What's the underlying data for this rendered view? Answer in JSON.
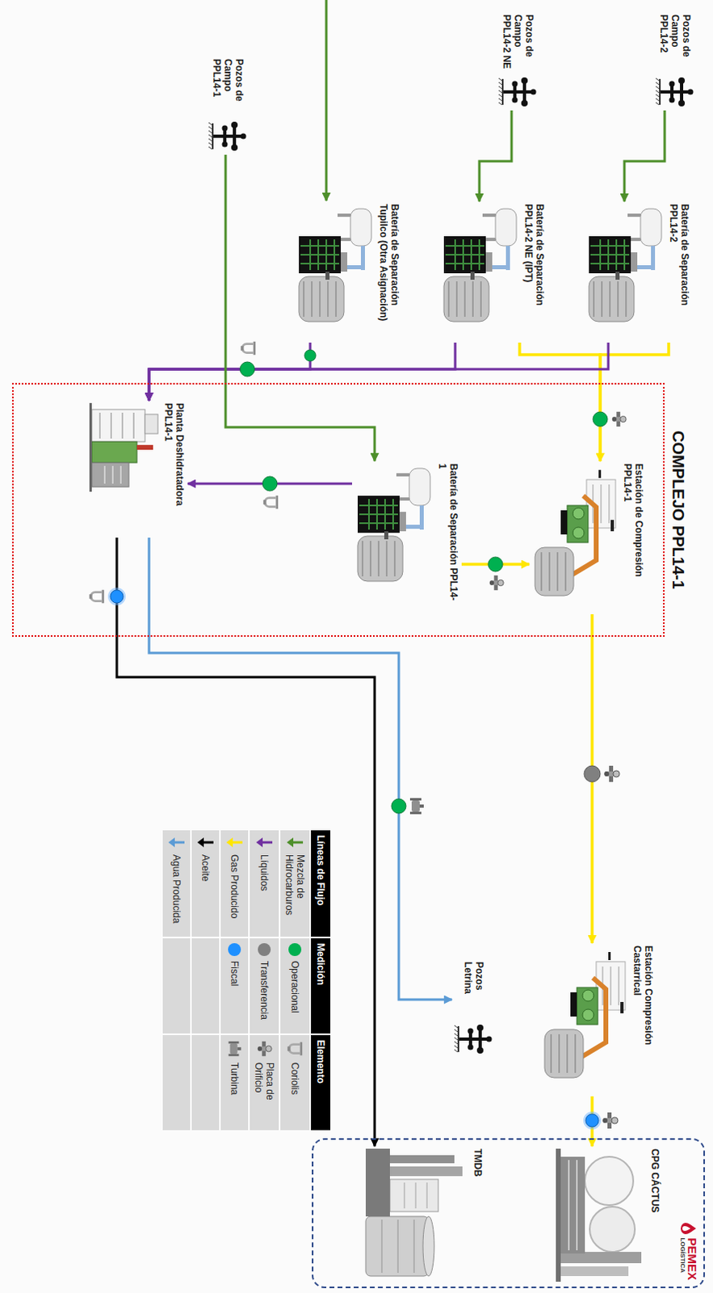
{
  "diagram": {
    "nodes": [
      {
        "text": [
          "Pozos de Campo PPL14-2"
        ]
      },
      {
        "text": [
          "Batería de Separación PPL14-2"
        ]
      },
      {
        "text": [
          "Pozos de Campo PPL14-2 NE"
        ]
      },
      {
        "text": [
          "Batería de Separación PPL14-2 NE (IPT)"
        ]
      },
      {
        "text": [
          "Batería de Separación Tupilco (Otra Asignación)"
        ]
      },
      {
        "text": [
          "Pozos de Campo PPL14-1"
        ]
      },
      {
        "text": [
          "COMPLEJO PPL14-1"
        ]
      },
      {
        "text": [
          "Estación de Compresión PPL14-1"
        ],
        "in": 6
      },
      {
        "text": [
          "Batería de Separación PPL14-1"
        ],
        "in": 6
      },
      {
        "text": [
          "Planta Deshidratadora PPL14-1"
        ],
        "in": 6
      },
      {
        "text": [
          "Estación Compresión Castarrical"
        ]
      },
      {
        "text": [
          "Pozos Letrina"
        ]
      },
      {
        "text": [
          "PEMEX",
          "LOGÍSTICA"
        ]
      },
      {
        "text": [
          "CPG CÁCTUS"
        ],
        "in": 12
      },
      {
        "text": [
          "TMDB"
        ],
        "in": 12
      }
    ],
    "edges": [
      {
        "from": 0,
        "to": 1,
        "arrow": "to"
      },
      {
        "from": 2,
        "to": 3,
        "arrow": "to"
      },
      {
        "from": 1,
        "to": 7,
        "arrow": "to"
      },
      {
        "from": 3,
        "to": 7,
        "arrow": "to"
      },
      {
        "from": 1,
        "to": 9,
        "arrow": "to"
      },
      {
        "from": 3,
        "to": 9,
        "arrow": "to"
      },
      {
        "from": 4,
        "to": 9,
        "arrow": "to"
      },
      {
        "from": 5,
        "to": 8,
        "arrow": "to"
      },
      {
        "from": 8,
        "to": 7,
        "arrow": "to"
      },
      {
        "from": 8,
        "to": 9,
        "arrow": "to"
      },
      {
        "from": 7,
        "to": 10,
        "arrow": "to"
      },
      {
        "from": 10,
        "to": 13,
        "arrow": "to"
      },
      {
        "from": 9,
        "to": 11,
        "arrow": "to"
      },
      {
        "from": 9,
        "to": 14,
        "arrow": "to"
      }
    ],
    "labels": [
      "Líneas de Flujo",
      "Medición",
      "Elemento"
    ],
    "legend": [
      {
        "text": "Mezcla de Hidrocarburos"
      },
      {
        "text": "Líquidos"
      },
      {
        "text": "Gas Producido"
      },
      {
        "text": "Aceite"
      },
      {
        "text": "Agua Producida"
      },
      {
        "text": "Operacional",
        "color": "#00b050"
      },
      {
        "text": "Transferencia",
        "color": "#808080"
      },
      {
        "text": "Fiscal",
        "color": "#1e90ff"
      },
      {
        "text": "Coriolis"
      },
      {
        "text": "Placa de Orificio"
      },
      {
        "text": "Turbina"
      }
    ]
  }
}
